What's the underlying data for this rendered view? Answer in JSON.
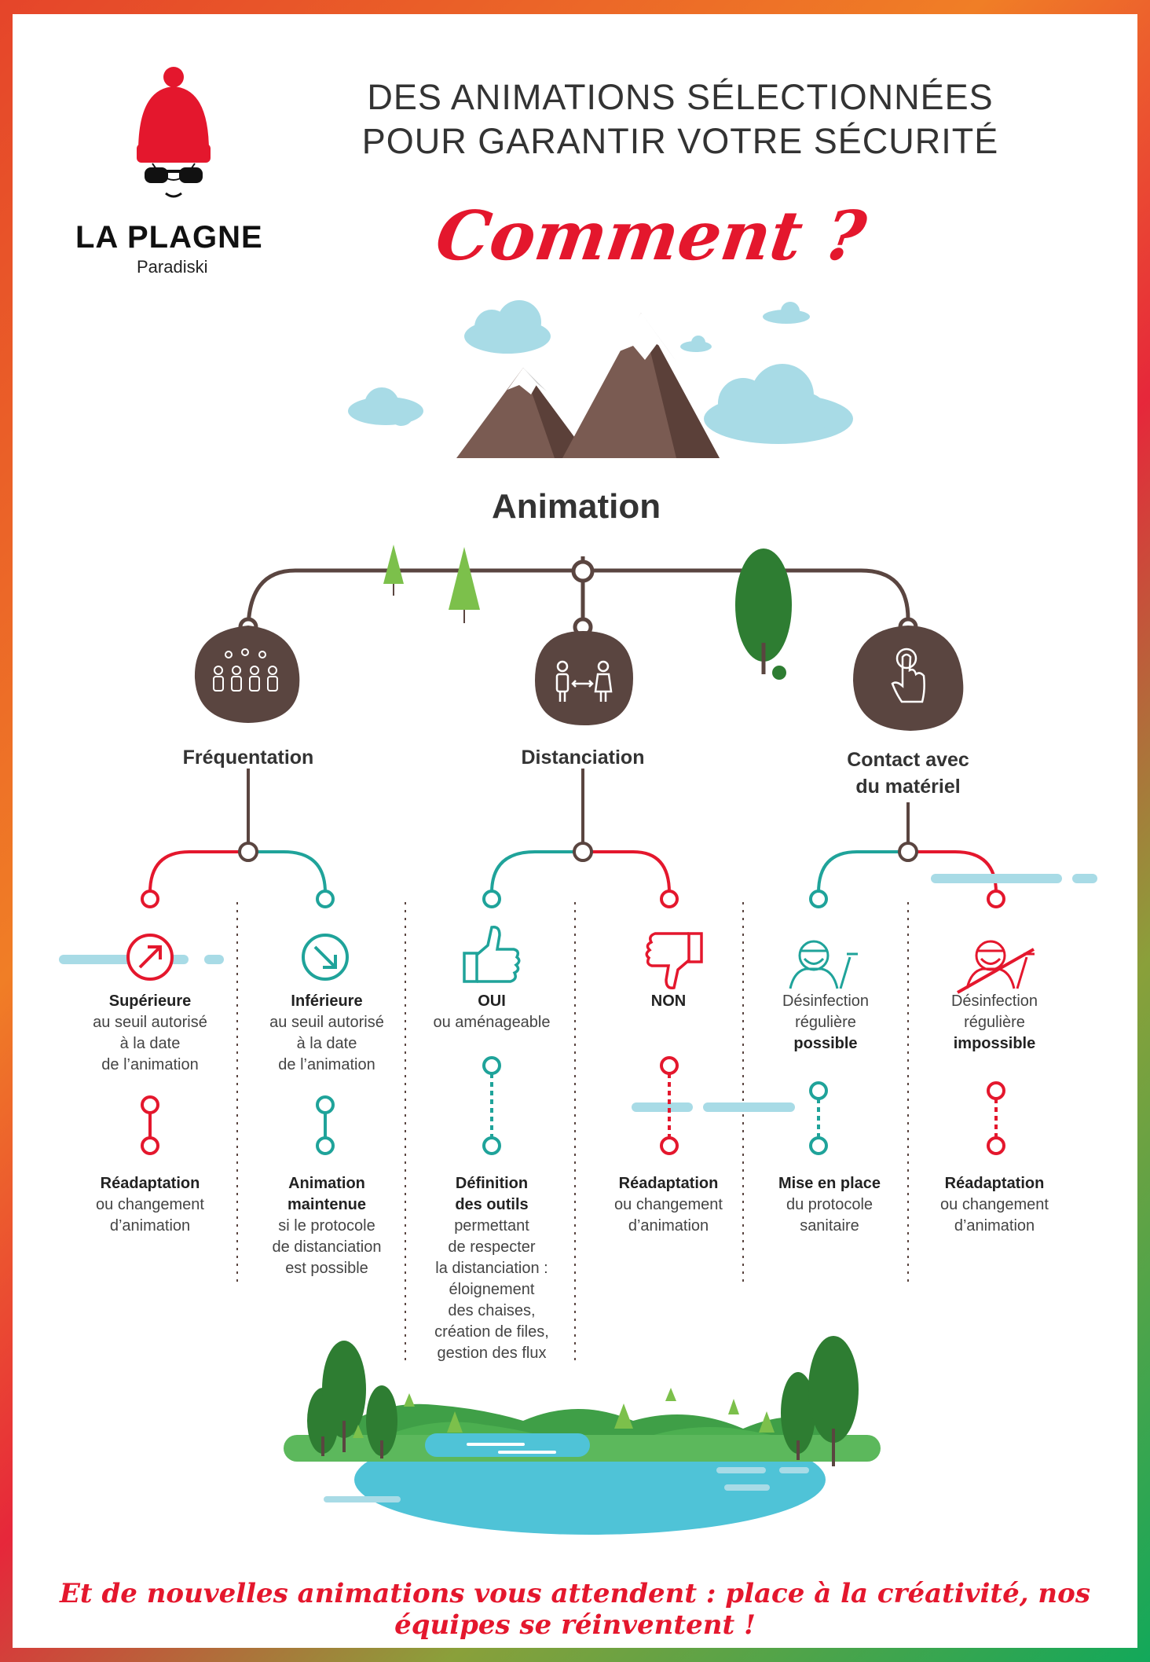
{
  "header": {
    "line1": "DES ANIMATIONS SÉLECTIONNÉES",
    "line2": "POUR GARANTIR VOTRE SÉCURITÉ",
    "comment": "Comment ?"
  },
  "logo": {
    "name": "LA PLAGNE",
    "sub": "Paradiski"
  },
  "root": {
    "label": "Animation"
  },
  "categories": [
    {
      "label": "Fréquentation"
    },
    {
      "label": "Distanciation"
    },
    {
      "label_l1": "Contact avec",
      "label_l2": "du matériel"
    }
  ],
  "branches": {
    "sup": {
      "title": "Supérieure",
      "l1": "au seuil autorisé",
      "l2": "à la date",
      "l3": "de l’animation",
      "result_title": "Réadaptation",
      "r1": "ou changement",
      "r2": "d’animation"
    },
    "inf": {
      "title": "Inférieure",
      "l1": "au seuil autorisé",
      "l2": "à la date",
      "l3": "de l’animation",
      "result_t1": "Animation",
      "result_t2": "maintenue",
      "r1": "si le protocole",
      "r2": "de distanciation",
      "r3": "est possible"
    },
    "oui": {
      "title": "OUI",
      "l1": "ou aménageable",
      "result_t1": "Définition",
      "result_t2": "des outils",
      "r1": "permettant",
      "r2": "de respecter",
      "r3": "la distanciation :",
      "r4": "éloignement",
      "r5": "des chaises,",
      "r6": "création de files,",
      "r7": "gestion des flux"
    },
    "non": {
      "title": "NON",
      "result_title": "Réadaptation",
      "r1": "ou changement",
      "r2": "d’animation"
    },
    "possible": {
      "l1": "Désinfection",
      "l2": "régulière",
      "l3": "possible",
      "result_title": "Mise en place",
      "r1": "du protocole",
      "r2": "sanitaire"
    },
    "impossible": {
      "l1": "Désinfection",
      "l2": "régulière",
      "l3": "impossible",
      "result_title": "Réadaptation",
      "r1": "ou changement",
      "r2": "d’animation"
    }
  },
  "footer": {
    "text": "Et de nouvelles animations vous attendent : place à la créativité, nos équipes se réinventent !"
  },
  "colors": {
    "red": "#e4172d",
    "teal": "#1fa39a",
    "brown": "#5a4540",
    "sky": "#a8dbe6",
    "grass": "#4caf50",
    "lake": "#4fc3d7"
  },
  "icons": [
    "beanie-logo-icon",
    "crowd-icon",
    "distance-icon",
    "touch-hand-icon",
    "arrow-up-right-icon",
    "arrow-down-right-icon",
    "thumbs-up-icon",
    "thumbs-down-icon",
    "disinfection-icon",
    "disinfection-crossed-icon"
  ]
}
